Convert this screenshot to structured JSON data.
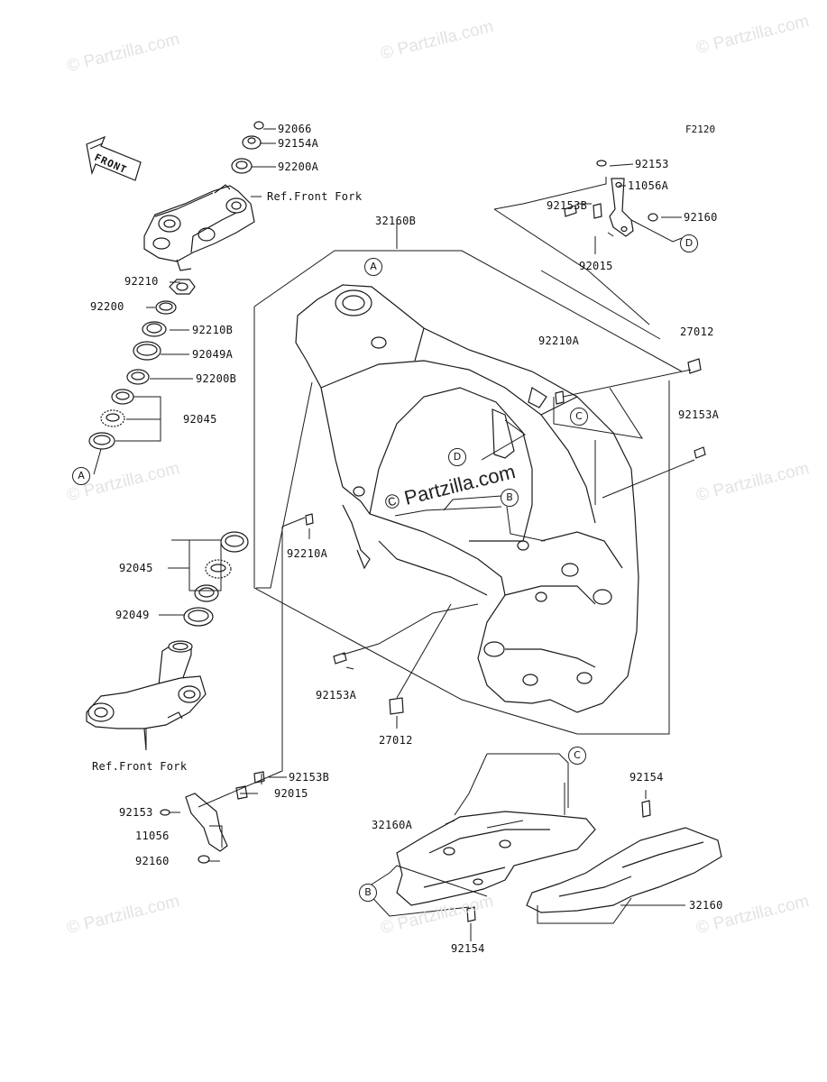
{
  "figure_code": "F2120",
  "front_arrow_label": "FRONT",
  "watermark": "© Partzilla.com",
  "center_watermark": "© Partzilla.com",
  "callouts": [
    "A",
    "A",
    "B",
    "B",
    "C",
    "C",
    "D",
    "D"
  ],
  "labels": {
    "p92066": "92066",
    "p92154A": "92154A",
    "p92200A": "92200A",
    "ref_top": "Ref.Front Fork",
    "p92210": "92210",
    "p92200": "92200",
    "p92210B": "92210B",
    "p92049A": "92049A",
    "p92200B": "92200B",
    "p92045_top": "92045",
    "p32160B": "32160B",
    "p92153_r": "92153",
    "p11056A": "11056A",
    "p92153B_r": "92153B",
    "p92160_r": "92160",
    "p92015_r": "92015",
    "p92210A_top": "92210A",
    "p27012_top": "27012",
    "p92153A_r": "92153A",
    "p92210A_mid": "92210A",
    "p92045_bot": "92045",
    "p92049": "92049",
    "p92153A_mid": "92153A",
    "p27012_bot": "27012",
    "ref_bot": "Ref.Front Fork",
    "p92153B_l": "92153B",
    "p92153_l": "92153",
    "p92015_l": "92015",
    "p11056": "11056",
    "p92160_l": "92160",
    "p92154_top": "92154",
    "p32160A": "32160A",
    "p32160": "32160",
    "p92154_bot": "92154"
  }
}
